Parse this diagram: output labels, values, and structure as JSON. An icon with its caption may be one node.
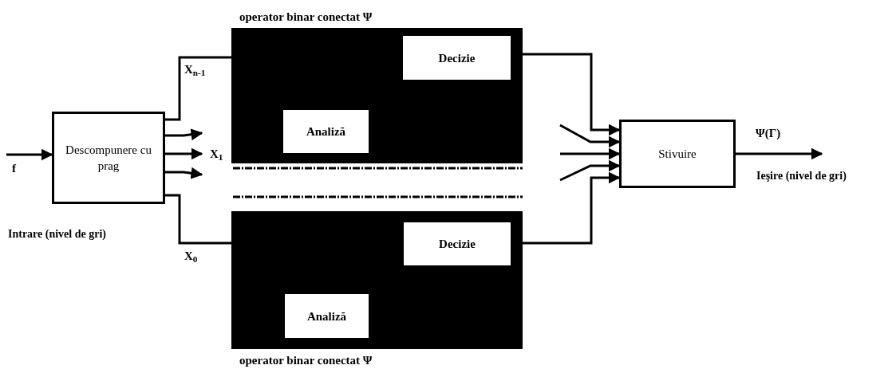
{
  "diagram": {
    "nodes": [
      {
        "text": [
          "Descompunere cu prag"
        ]
      },
      {
        "text": [
          "operator binar conectat Ψ"
        ]
      },
      {
        "text": [
          "Decizie"
        ],
        "in": 1
      },
      {
        "text": [
          "Analiză"
        ],
        "in": 1
      },
      {
        "text": [
          "operator binar conectat Ψ"
        ]
      },
      {
        "text": [
          "Decizie"
        ],
        "in": 4
      },
      {
        "text": [
          "Analiză"
        ],
        "in": 4
      },
      {
        "text": [
          "Stivuire"
        ]
      }
    ],
    "edges": [
      {
        "from": null,
        "to": 0,
        "arrow": "to",
        "label": "f"
      },
      {
        "from": 0,
        "to": 1,
        "arrow": "none",
        "label": "X$_{n-1}$"
      },
      {
        "from": 0,
        "to": 4,
        "arrow": "none",
        "label": "X$_{0}$"
      },
      {
        "from": 0,
        "to": null,
        "arrow": "to"
      },
      {
        "from": 0,
        "to": null,
        "arrow": "to",
        "label": "X$_{1}$"
      },
      {
        "from": 0,
        "to": null,
        "arrow": "to"
      },
      {
        "from": 1,
        "to": 7,
        "arrow": "to"
      },
      {
        "from": 4,
        "to": 7,
        "arrow": "to"
      },
      {
        "from": null,
        "to": 7,
        "arrow": "to"
      },
      {
        "from": null,
        "to": 7,
        "arrow": "to"
      },
      {
        "from": null,
        "to": 7,
        "arrow": "to"
      },
      {
        "from": 7,
        "to": null,
        "arrow": "to",
        "label": "Ψ(Γ)"
      }
    ],
    "labels": [
      "Intrare (nivel de gri)",
      "Ieşire (nivel de gri)"
    ]
  }
}
